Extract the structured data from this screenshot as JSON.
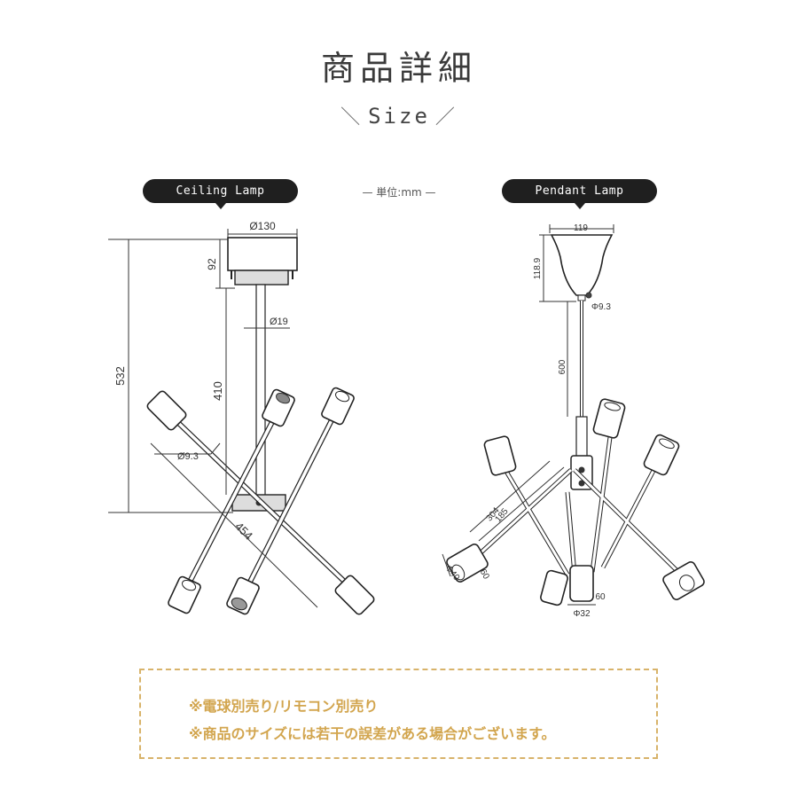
{
  "header": {
    "title": "商品詳細",
    "subtitle": "Size",
    "slash_left": "＼",
    "slash_right": "／"
  },
  "unit_label": "— 単位:mm —",
  "ceiling": {
    "label": "Ceiling Lamp",
    "dim_canopy_diameter": "Ø130",
    "dim_canopy_height": "92",
    "dim_rod_diameter": "Ø19",
    "dim_total_height": "532",
    "dim_rod_length": "410",
    "dim_arm_diameter": "Ø9.3",
    "dim_width": "454"
  },
  "pendant": {
    "label": "Pendant Lamp",
    "dim_canopy_width": "119",
    "dim_canopy_height": "118.9",
    "dim_cord_diameter": "Φ9.3",
    "dim_cord_length": "600",
    "dim_arm_length": "304",
    "dim_arm_inner": "185",
    "dim_socket_diameter": "Φ40",
    "dim_socket_length": "60",
    "dim_bottom_height": "60",
    "dim_bottom_diameter": "Φ32"
  },
  "notes": {
    "line1": "※電球別売り/リモコン別売り",
    "line2": "※商品のサイズには若干の誤差がある場合がございます。"
  },
  "colors": {
    "pill_bg": "#1f1f1f",
    "note_text": "#d2a54e",
    "note_border": "#d8b36a"
  }
}
